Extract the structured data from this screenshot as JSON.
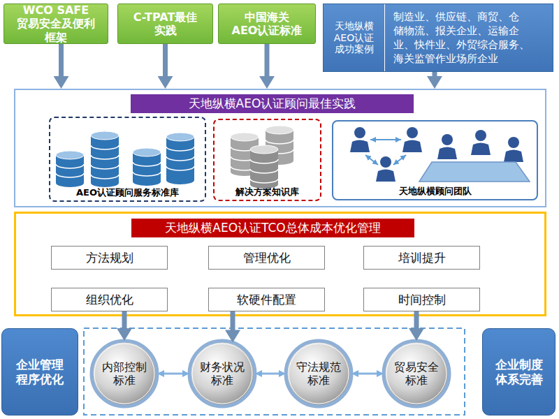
{
  "diagram": {
    "nodes": [
      {
        "text": [
          "WCO SAFE 贸易安全及便利 框架"
        ]
      },
      {
        "text": [
          "C-TPAT最佳 实践"
        ]
      },
      {
        "text": [
          "中国海关 AEO认证标准"
        ]
      },
      {
        "text": [
          "天地纵横 AEO认证 成功案例",
          "制造业、供应链、商贸、仓 储物流、报关企业、运输企 业、快件业、外贸综合服务、 海关监管作业场所企业"
        ]
      },
      {
        "text": [
          "天地纵横AEO认证顾问最佳实践"
        ]
      },
      {
        "text": [
          "AEO认证顾问服务标准库"
        ],
        "in": 4
      },
      {
        "text": [
          "解决方案知识库"
        ],
        "in": 4
      },
      {
        "text": [
          "天地纵横顾问团队"
        ],
        "in": 4
      },
      {
        "text": [
          "天地纵横AEO认证TCO总体成本优化管理"
        ]
      },
      {
        "text": [
          "方法规划"
        ],
        "in": 8
      },
      {
        "text": [
          "管理优化"
        ],
        "in": 8
      },
      {
        "text": [
          "培训提升"
        ],
        "in": 8
      },
      {
        "text": [
          "组织优化"
        ],
        "in": 8
      },
      {
        "text": [
          "软硬件配置"
        ],
        "in": 8
      },
      {
        "text": [
          "时间控制"
        ],
        "in": 8
      },
      {
        "text": [
          "企业管理 程序优化"
        ]
      },
      {
        "text": [
          "内部控制 标准"
        ]
      },
      {
        "text": [
          "财务状况 标准"
        ]
      },
      {
        "text": [
          "守法规范 标准"
        ]
      },
      {
        "text": [
          "贸易安全 标准"
        ]
      },
      {
        "text": [
          "企业制度 体系完善"
        ]
      }
    ],
    "edges": [
      {
        "from": 0,
        "to": 4,
        "arrow": "to"
      },
      {
        "from": 1,
        "to": 4,
        "arrow": "to"
      },
      {
        "from": 2,
        "to": 4,
        "arrow": "to"
      },
      {
        "from": 3,
        "to": 4,
        "arrow": "to"
      },
      {
        "from": 12,
        "to": 16,
        "arrow": "to"
      },
      {
        "from": 13,
        "to": 17,
        "arrow": "to"
      },
      {
        "from": 14,
        "to": 19,
        "arrow": "to"
      },
      {
        "from": 16,
        "to": 17,
        "arrow": "both"
      },
      {
        "from": 17,
        "to": 18,
        "arrow": "both"
      },
      {
        "from": 18,
        "to": 19,
        "arrow": "both"
      }
    ]
  }
}
